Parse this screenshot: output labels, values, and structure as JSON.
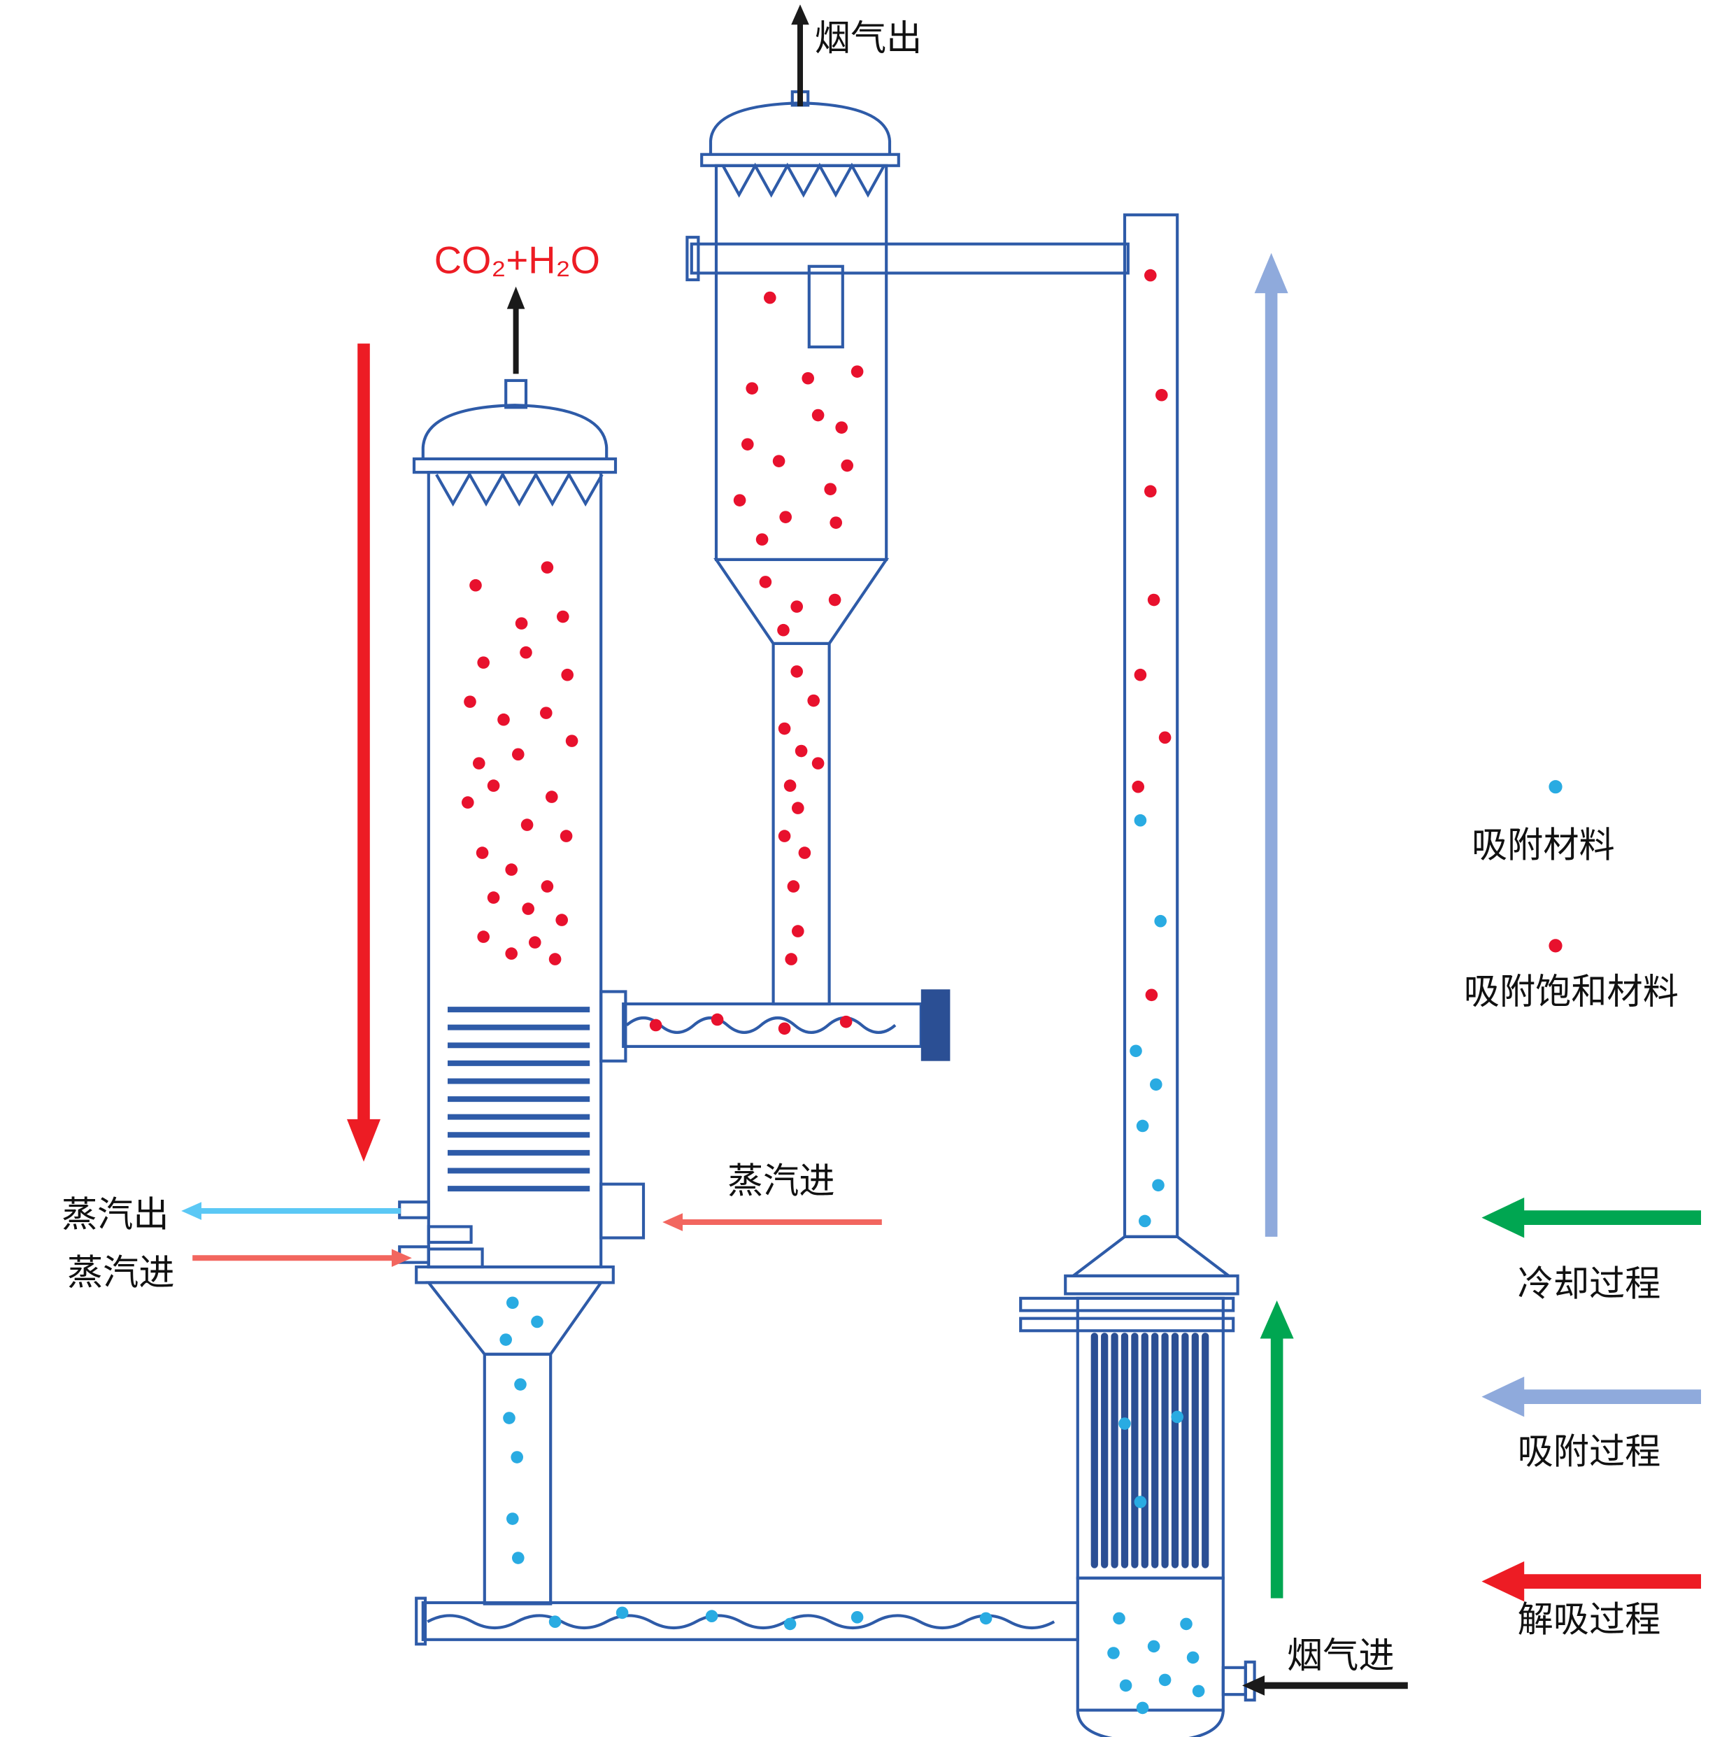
{
  "colors": {
    "outline": "#2E5BA8",
    "deep_blue": "#2B4F94",
    "adsorbent_blue": "#29ABE2",
    "saturated_red": "#E8112D",
    "arrow_red": "#ED1C24",
    "arrow_green": "#00A651",
    "arrow_lavender": "#8FAADC",
    "arrow_cyan": "#5BC8F5",
    "arrow_salmon": "#F2665F",
    "arrow_black": "#1A1A1A"
  },
  "labels": {
    "flue_gas_out": "烟气出",
    "co2_h2o": "CO₂+H₂O",
    "steam_out": "蒸汽出",
    "steam_in": "蒸汽进",
    "steam_in_mid": "蒸汽进",
    "flue_gas_in": "烟气进"
  },
  "legend": {
    "adsorbent_label": "吸附材料",
    "saturated_label": "吸附饱和材料",
    "cooling_label": "冷却过程",
    "adsorption_label": "吸附过程",
    "desorption_label": "解吸过程"
  },
  "dot_radius": 5.5,
  "dots": {
    "desorber_red": [
      [
        425,
        523
      ],
      [
        489,
        507
      ],
      [
        466,
        557
      ],
      [
        503,
        551
      ],
      [
        432,
        592
      ],
      [
        470,
        583
      ],
      [
        507,
        603
      ],
      [
        420,
        627
      ],
      [
        450,
        643
      ],
      [
        488,
        637
      ],
      [
        511,
        662
      ],
      [
        428,
        682
      ],
      [
        463,
        674
      ],
      [
        441,
        702
      ],
      [
        418,
        717
      ],
      [
        493,
        712
      ],
      [
        471,
        737
      ],
      [
        506,
        747
      ],
      [
        431,
        762
      ],
      [
        457,
        777
      ],
      [
        489,
        792
      ],
      [
        441,
        802
      ],
      [
        472,
        812
      ],
      [
        502,
        822
      ],
      [
        432,
        837
      ],
      [
        457,
        852
      ],
      [
        496,
        857
      ],
      [
        478,
        842
      ]
    ],
    "adsorber_red": [
      [
        688,
        266
      ],
      [
        766,
        332
      ],
      [
        672,
        347
      ],
      [
        731,
        371
      ],
      [
        752,
        382
      ],
      [
        668,
        397
      ],
      [
        696,
        412
      ],
      [
        742,
        437
      ],
      [
        661,
        447
      ],
      [
        702,
        462
      ],
      [
        747,
        467
      ],
      [
        681,
        482
      ],
      [
        722,
        338
      ],
      [
        757,
        416
      ]
    ],
    "adsorber_funnel_red": [
      [
        684,
        520
      ],
      [
        712,
        542
      ],
      [
        746,
        536
      ],
      [
        700,
        563
      ]
    ],
    "adsorber_tube_red": [
      [
        712,
        600
      ],
      [
        727,
        626
      ],
      [
        701,
        651
      ],
      [
        716,
        671
      ],
      [
        731,
        682
      ],
      [
        706,
        702
      ],
      [
        713,
        722
      ],
      [
        701,
        747
      ],
      [
        719,
        762
      ],
      [
        709,
        792
      ],
      [
        713,
        832
      ],
      [
        707,
        857
      ]
    ],
    "conveyor_red": [
      [
        586,
        916
      ],
      [
        641,
        911
      ],
      [
        701,
        919
      ],
      [
        756,
        913
      ]
    ],
    "riser_red": [
      [
        1028,
        246
      ],
      [
        1038,
        353
      ],
      [
        1028,
        439
      ],
      [
        1031,
        536
      ],
      [
        1019,
        603
      ],
      [
        1041,
        659
      ],
      [
        1017,
        703
      ],
      [
        1029,
        889
      ]
    ],
    "riser_blue": [
      [
        1019,
        733
      ],
      [
        1037,
        823
      ],
      [
        1015,
        939
      ],
      [
        1033,
        969
      ],
      [
        1021,
        1006
      ],
      [
        1035,
        1059
      ],
      [
        1023,
        1091
      ]
    ],
    "desorber_funnel_blue": [
      [
        458,
        1164
      ],
      [
        480,
        1181
      ],
      [
        452,
        1197
      ]
    ],
    "desorber_tube_blue": [
      [
        465,
        1237
      ],
      [
        455,
        1267
      ],
      [
        462,
        1302
      ],
      [
        458,
        1357
      ],
      [
        463,
        1392
      ]
    ],
    "bottom_pipe_blue": [
      [
        496,
        1449
      ],
      [
        556,
        1441
      ],
      [
        636,
        1444
      ],
      [
        706,
        1451
      ],
      [
        766,
        1445
      ],
      [
        881,
        1446
      ]
    ],
    "exchanger_blue": [
      [
        1005,
        1272
      ],
      [
        1052,
        1266
      ],
      [
        1019,
        1342
      ]
    ],
    "bottom_vessel_blue": [
      [
        1000,
        1446
      ],
      [
        1060,
        1451
      ],
      [
        995,
        1477
      ],
      [
        1031,
        1471
      ],
      [
        1066,
        1481
      ],
      [
        1006,
        1506
      ],
      [
        1041,
        1501
      ],
      [
        1071,
        1511
      ],
      [
        1021,
        1526
      ]
    ]
  }
}
